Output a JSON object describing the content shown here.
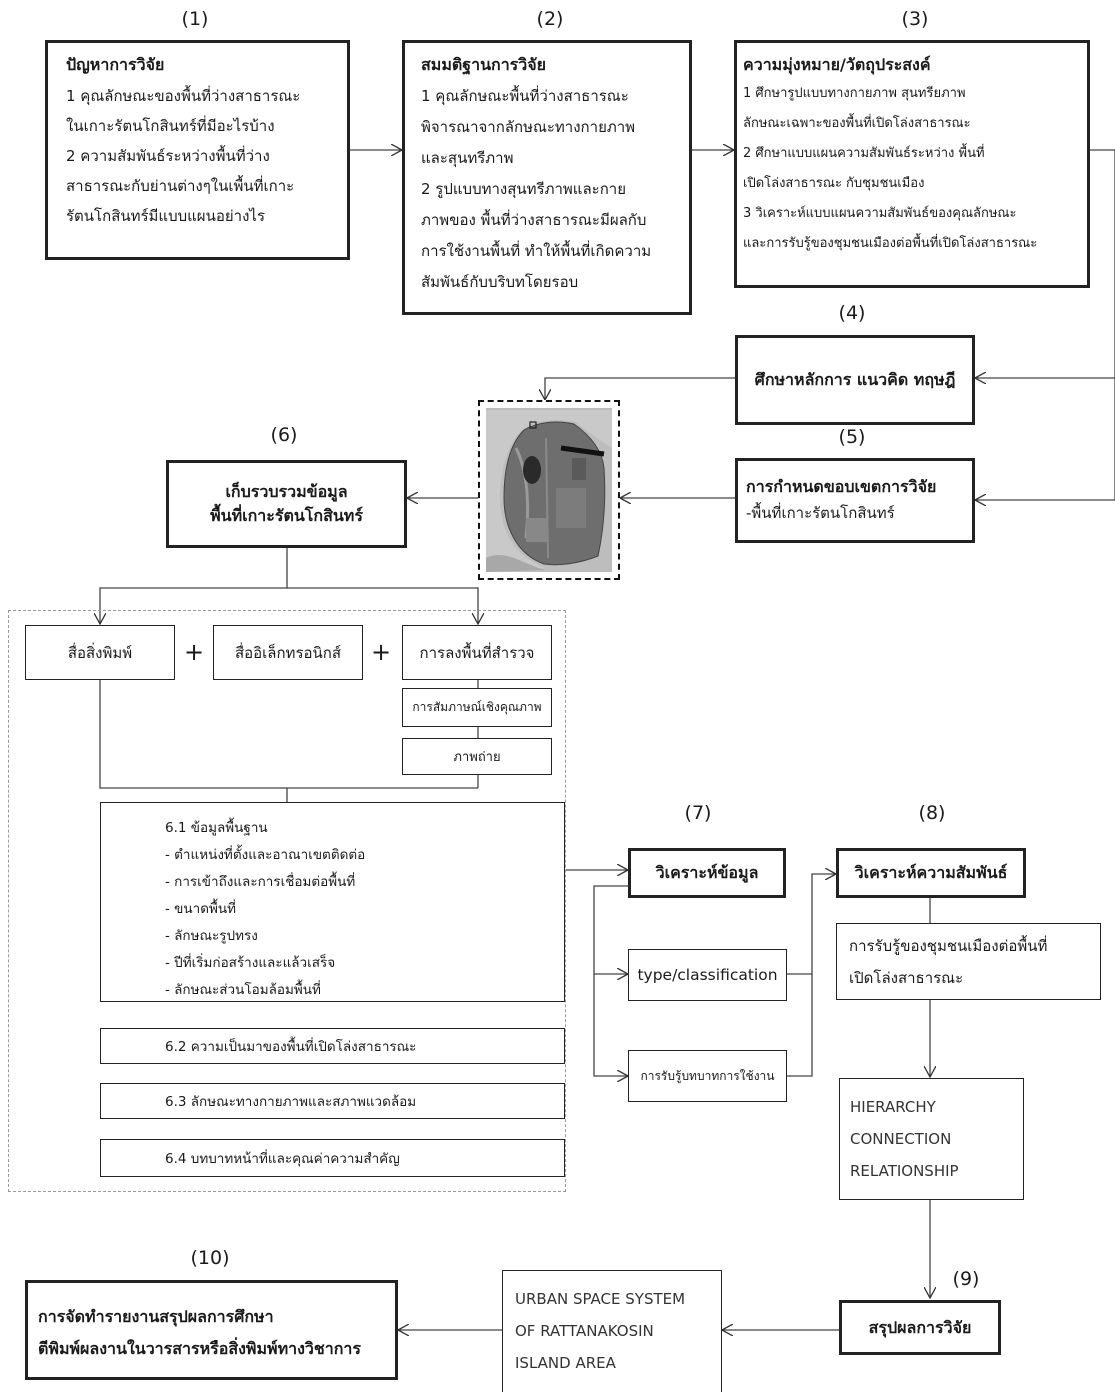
{
  "steps": {
    "s1": {
      "num": "(1)",
      "title": "ปัญหาการวิจัย",
      "lines": [
        "1 คุณลักษณะของพื้นที่ว่างสาธารณะ",
        "ในเกาะรัตนโกสินทร์ที่มีอะไรบ้าง",
        "2 ความสัมพันธ์ระหว่างพื้นที่ว่าง",
        "สาธารณะกับย่านต่างๆในเพื้นที่เกาะ",
        "รัตนโกสินทร์มีแบบแผนอย่างไร"
      ]
    },
    "s2": {
      "num": "(2)",
      "title": "สมมติฐานการวิจัย",
      "lines": [
        "1 คุณลักษณะพื้นที่ว่างสาธารณะ",
        "พิจารณาจากลักษณะทางกายภาพ",
        "และสุนทรีภาพ",
        "2 รูปแบบทางสุนทรีภาพและกาย",
        "ภาพของ พื้นที่ว่างสาธารณะมีผลกับ",
        "การใช้งานพื้นที่ ทำให้พื้นที่เกิดความ",
        "สัมพันธ์กับบริบทโดยรอบ"
      ]
    },
    "s3": {
      "num": "(3)",
      "title": "ความมุ่งหมาย/วัตถุประสงค์",
      "lines": [
        "1 ศึกษารูปแบบทางกายภาพ สุนทรียภาพ",
        "ลักษณะเฉพาะของพื้นที่เปิดโล่งสาธารณะ",
        "2 ศึกษาแบบแผนความสัมพันธ์ระหว่าง พื้นที่",
        "เปิดโล่งสาธารณะ กับชุมชนเมือง",
        "3 วิเคราะห์แบบแผนความสัมพันธ์ของคุณลักษณะ",
        "และการรับรู้ของชุมชนเมืองต่อพื้นที่เปิดโล่งสาธารณะ"
      ]
    },
    "s4": {
      "num": "(4)",
      "title": "ศึกษาหลักการ แนวคิด ทฤษฎี"
    },
    "s5": {
      "num": "(5)",
      "title": "การกำหนดขอบเขตการวิจัย",
      "sub": "-พื้นที่เกาะรัตนโกสินทร์"
    },
    "s6": {
      "num": "(6)",
      "title_lines": [
        "เก็บรวบรวมข้อมูล",
        "พื้นที่เกาะรัตนโกสินทร์"
      ]
    },
    "s7": {
      "num": "(7)",
      "title": "วิเคราะห์ข้อมูล"
    },
    "s8": {
      "num": "(8)",
      "title": "วิเคราะห์ความสัมพันธ์"
    },
    "s9": {
      "num": "(9)",
      "title": "สรุปผลการวิจัย"
    },
    "s10": {
      "num": "(10)",
      "title_lines": [
        "การจัดทำรายงานสรุปผลการศึกษา",
        "ตีพิมพ์ผลงานในวารสารหรือสิ่งพิมพ์ทางวิชาการ"
      ]
    }
  },
  "sources": {
    "print": "สื่อสิ่งพิมพ์",
    "electronic": "สื่ออิเล็กทรอนิกส์",
    "survey": "การลงพื้นที่สำรวจ",
    "plus1": "+",
    "plus2": "+",
    "interview": "การสัมภาษณ์เชิงคุณภาพ",
    "photo": "ภาพถ่าย"
  },
  "data_items": {
    "d61_lines": [
      "6.1 ข้อมูลพื้นฐาน",
      "- ตำแหน่งที่ตั้งและอาณาเขตติดต่อ",
      "- การเข้าถึงและการเชื่อมต่อพื้นที่",
      "- ขนาดพื้นที่",
      "- ลักษณะรูปทรง",
      "- ปีที่เริ่มก่อสร้างและแล้วเสร็จ",
      "- ลักษณะส่วนโอมล้อมพื้นที่"
    ],
    "d62": "6.2 ความเป็นมาของพื้นที่เปิดโล่งสาธารณะ",
    "d63": "6.3 ลักษณะทางกายภาพและสภาพแวดล้อม",
    "d64": "6.4 บทบาทหน้าที่และคุณค่าความสำคัญ"
  },
  "analysis": {
    "type": "type/classification",
    "role": "การรับรู้บทบาทการใช้งาน",
    "perception_lines": [
      "การรับรู้ของชุมชนเมืองต่อพื้นที่",
      "เปิดโล่งสาธารณะ"
    ],
    "hierarchy_lines": [
      "HIERARCHY",
      "CONNECTION",
      "RELATIONSHIP"
    ],
    "urban_lines": [
      "URBAN SPACE SYSTEM",
      "OF RATTANAKOSIN",
      "ISLAND AREA"
    ]
  }
}
